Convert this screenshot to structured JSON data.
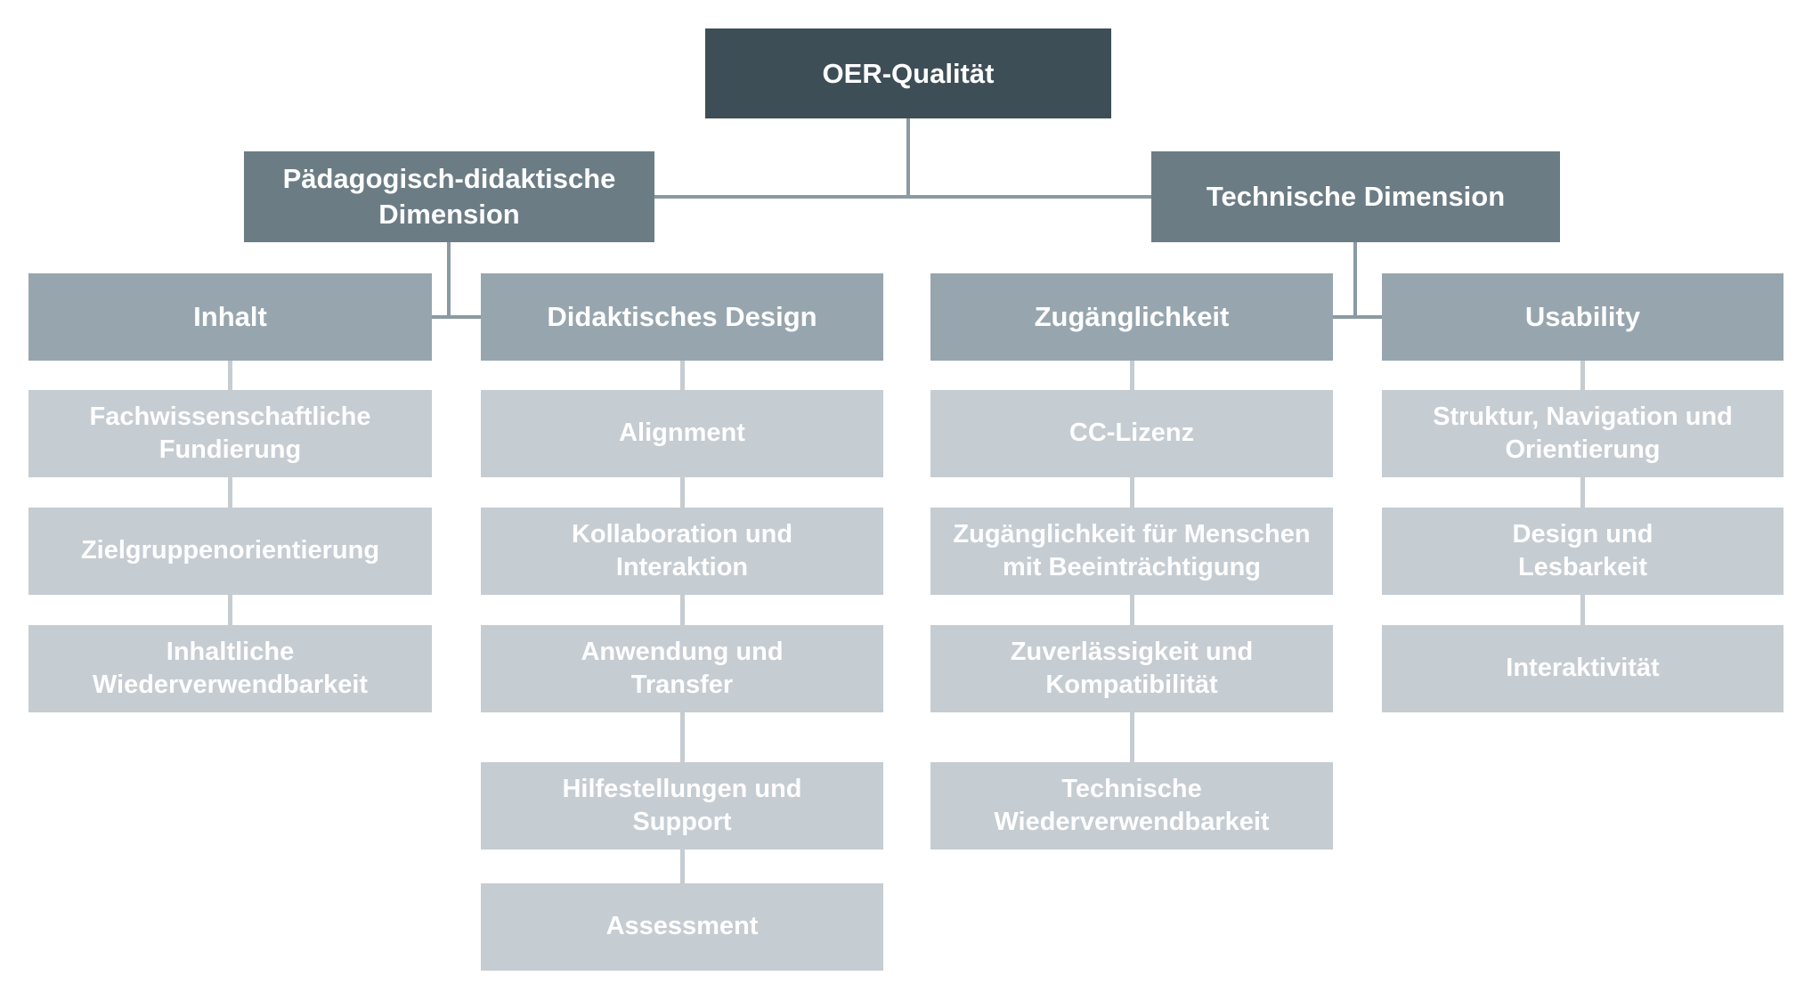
{
  "diagram": {
    "title": "OER-Qualität",
    "palette": {
      "background": "#ffffff",
      "text": "#ffffff",
      "level1_bg": "#3e4e57",
      "level2_bg": "#6b7c85",
      "level3_bg": "#97a5ae",
      "level4_bg": "#c5ccd2",
      "connector_dark": "#8b9aa2",
      "connector_light": "#c5ccd2"
    },
    "nodes": [
      {
        "id": "root",
        "level": 1,
        "parent": null,
        "label": "OER-Qualität",
        "lines": [
          "OER-Qualität"
        ]
      },
      {
        "id": "paed",
        "level": 2,
        "parent": "root",
        "label": "Pädagogisch-didaktische Dimension",
        "lines": [
          "Pädagogisch-didaktische",
          "Dimension"
        ]
      },
      {
        "id": "tech",
        "level": 2,
        "parent": "root",
        "label": "Technische Dimension",
        "lines": [
          "Technische Dimension"
        ]
      },
      {
        "id": "inhalt",
        "level": 3,
        "parent": "paed",
        "label": "Inhalt",
        "lines": [
          "Inhalt"
        ]
      },
      {
        "id": "didaktik",
        "level": 3,
        "parent": "paed",
        "label": "Didaktisches Design",
        "lines": [
          "Didaktisches Design"
        ]
      },
      {
        "id": "zugang",
        "level": 3,
        "parent": "tech",
        "label": "Zugänglichkeit",
        "lines": [
          "Zugänglichkeit"
        ]
      },
      {
        "id": "usability",
        "level": 3,
        "parent": "tech",
        "label": "Usability",
        "lines": [
          "Usability"
        ]
      },
      {
        "id": "fach",
        "level": 4,
        "parent": "inhalt",
        "label": "Fachwissenschaftliche Fundierung",
        "lines": [
          "Fachwissenschaftliche",
          "Fundierung"
        ]
      },
      {
        "id": "ziel",
        "level": 4,
        "parent": "fach",
        "label": "Zielgruppenorientierung",
        "lines": [
          "Zielgruppenorientierung"
        ]
      },
      {
        "id": "inhw",
        "level": 4,
        "parent": "ziel",
        "label": "Inhaltliche Wiederverwendbarkeit",
        "lines": [
          "Inhaltliche",
          "Wiederverwendbarkeit"
        ]
      },
      {
        "id": "alignment",
        "level": 4,
        "parent": "didaktik",
        "label": "Alignment",
        "lines": [
          "Alignment"
        ]
      },
      {
        "id": "kollab",
        "level": 4,
        "parent": "alignment",
        "label": "Kollaboration und Interaktion",
        "lines": [
          "Kollaboration und",
          "Interaktion"
        ]
      },
      {
        "id": "anwend",
        "level": 4,
        "parent": "kollab",
        "label": "Anwendung und Transfer",
        "lines": [
          "Anwendung und",
          "Transfer"
        ]
      },
      {
        "id": "hilfe",
        "level": 4,
        "parent": "anwend",
        "label": "Hilfestellungen und Support",
        "lines": [
          "Hilfestellungen und",
          "Support"
        ]
      },
      {
        "id": "assess",
        "level": 4,
        "parent": "hilfe",
        "label": "Assessment",
        "lines": [
          "Assessment"
        ]
      },
      {
        "id": "cc",
        "level": 4,
        "parent": "zugang",
        "label": "CC-Lizenz",
        "lines": [
          "CC-Lizenz"
        ]
      },
      {
        "id": "zfm",
        "level": 4,
        "parent": "cc",
        "label": "Zugänglichkeit für Menschen mit Beeinträchtigung",
        "lines": [
          "Zugänglichkeit für Menschen",
          "mit Beeinträchtigung"
        ]
      },
      {
        "id": "zuverl",
        "level": 4,
        "parent": "zfm",
        "label": "Zuverlässigkeit und Kompatibilität",
        "lines": [
          "Zuverlässigkeit und",
          "Kompatibilität"
        ]
      },
      {
        "id": "techw",
        "level": 4,
        "parent": "zuverl",
        "label": "Technische Wiederverwendbarkeit",
        "lines": [
          "Technische",
          "Wiederverwendbarkeit"
        ]
      },
      {
        "id": "struktur",
        "level": 4,
        "parent": "usability",
        "label": "Struktur, Navigation und Orientierung",
        "lines": [
          "Struktur, Navigation und",
          "Orientierung"
        ]
      },
      {
        "id": "design",
        "level": 4,
        "parent": "struktur",
        "label": "Design und Lesbarkeit",
        "lines": [
          "Design und",
          "Lesbarkeit"
        ]
      },
      {
        "id": "interakt",
        "level": 4,
        "parent": "design",
        "label": "Interaktivität",
        "lines": [
          "Interaktivität"
        ]
      }
    ]
  }
}
